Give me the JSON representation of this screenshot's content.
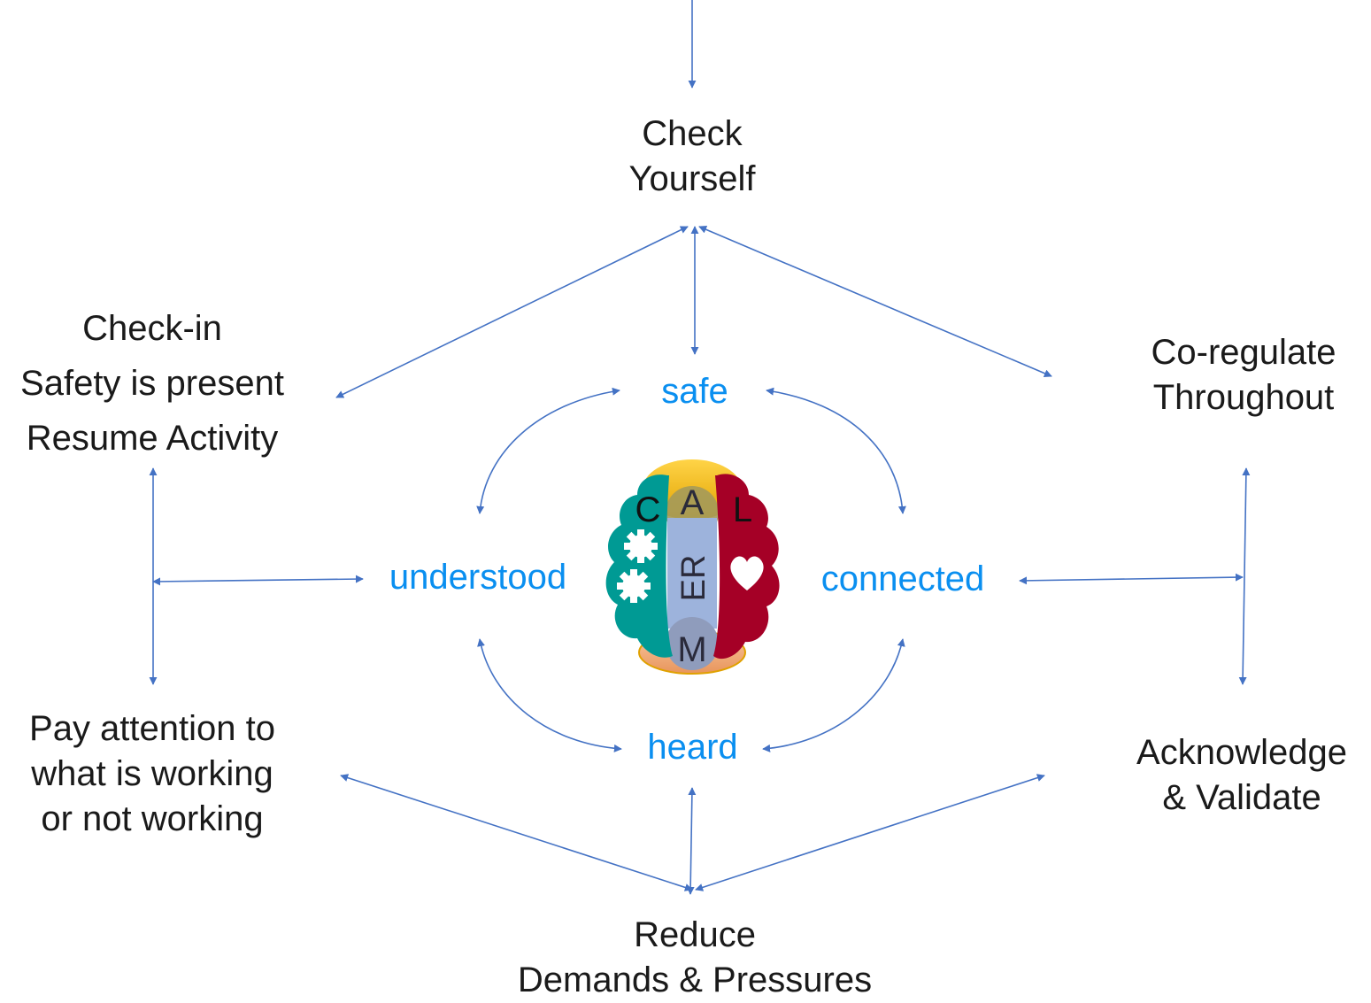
{
  "nodes": {
    "check_yourself": [
      "Check",
      "Yourself"
    ],
    "check_in": [
      "Check-in",
      "Safety is present",
      "Resume Activity"
    ],
    "co_regulate": [
      "Co-regulate",
      "Throughout"
    ],
    "pay_attention": [
      "Pay attention to",
      "what is working",
      "or not working"
    ],
    "acknowledge": [
      "Acknowledge",
      "& Validate"
    ],
    "reduce": [
      "Reduce",
      "Demands & Pressures"
    ]
  },
  "center_words": {
    "safe": "safe",
    "understood": "understood",
    "connected": "connected",
    "heard": "heard"
  },
  "logo": {
    "letters": {
      "c": "C",
      "a": "A",
      "l": "L",
      "er": "ER",
      "m": "M"
    }
  },
  "colors": {
    "arrow": "#4472c4",
    "center_text": "#0a8ff0",
    "teal": "#009a94",
    "crimson": "#a50026",
    "gold": "#f2b705",
    "peach": "#f4b183",
    "lavender": "#9db3dc"
  }
}
